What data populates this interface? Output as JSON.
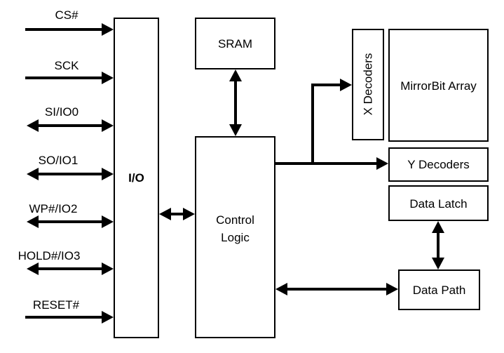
{
  "signals": {
    "cs": "CS#",
    "sck": "SCK",
    "si_io0": "SI/IO0",
    "so_io1": "SO/IO1",
    "wp_io2": "WP#/IO2",
    "hold_io3": "HOLD#/IO3",
    "reset": "RESET#"
  },
  "blocks": {
    "io": "I/O",
    "sram": "SRAM",
    "control_logic_line1": "Control",
    "control_logic_line2": "Logic",
    "x_decoders": "X Decoders",
    "mirrorbit_array": "MirrorBit Array",
    "y_decoders": "Y Decoders",
    "data_latch": "Data Latch",
    "data_path": "Data Path"
  }
}
